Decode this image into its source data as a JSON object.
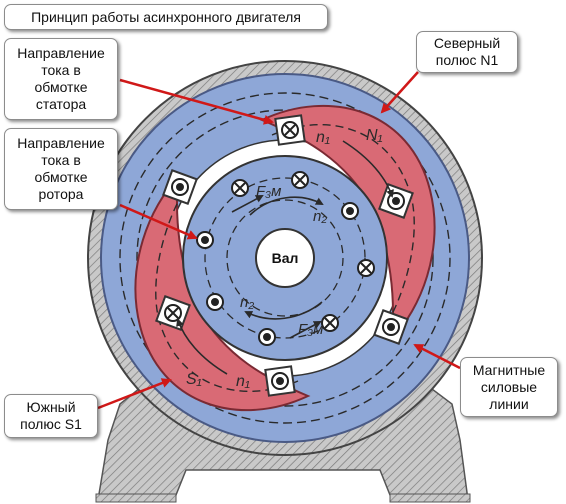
{
  "title": "Принцип работы асинхронного двигателя",
  "callouts": {
    "stator_current": "Направление\nтока в\nобмотке\nстатора",
    "rotor_current": "Направление\nтока в\nобмотке\nротора",
    "north_pole": "Северный\nполюс N1",
    "south_pole": "Южный\nполюс S1",
    "field_lines": "Магнитные\nсиловые\nлинии"
  },
  "shaft_label": "Вал",
  "inner_labels": {
    "n1_top": "n₁",
    "n1_bottom": "n₁",
    "n2_top": "n₂",
    "n2_bottom": "n₂",
    "f_top": "F₃м",
    "f_bottom": "F₃м",
    "pole_n1": "N₁",
    "pole_s1": "S₁"
  },
  "colors": {
    "stator": "#8ea7d7",
    "pole": "#d96a75",
    "rotor": "#8ea7d7",
    "frame": "#c6c6c6",
    "arrow": "#d01818"
  }
}
